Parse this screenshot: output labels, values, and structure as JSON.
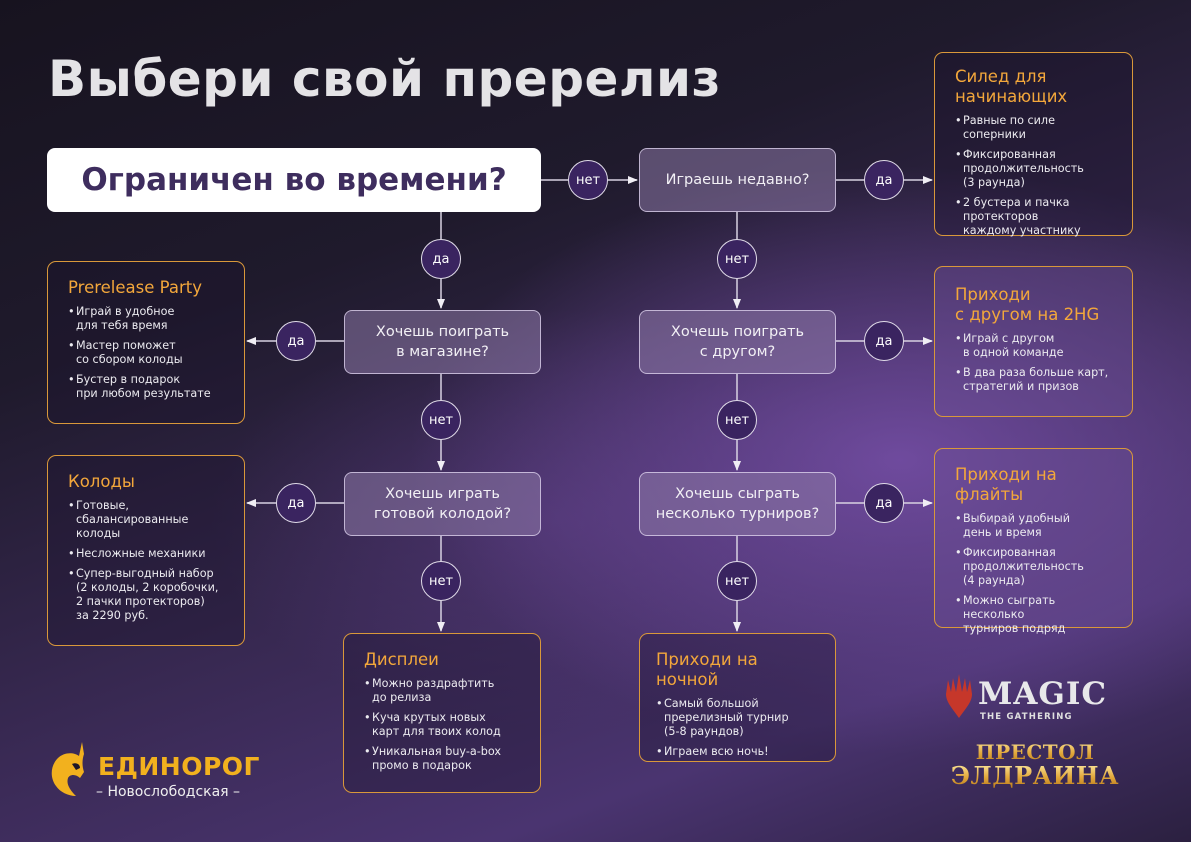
{
  "title": "Выбери свой пререлиз",
  "start_question": "Ограничен во времени?",
  "colors": {
    "accent": "#f3a73b",
    "circle": "#3a2460",
    "start_text": "#3e2d5e",
    "logo": "#f2b11e"
  },
  "questions": {
    "played_recently": "Играешь недавно?",
    "play_in_store": "Хочешь поиграть\nв магазине?",
    "ready_deck": "Хочешь играть\nготовой колодой?",
    "play_with_friend": "Хочешь поиграть\nс другом?",
    "several_tournaments": "Хочешь сыграть\nнесколько турниров?"
  },
  "answers": {
    "yes": "да",
    "no": "нет"
  },
  "results": {
    "sealed": {
      "title": "Силед для\nначинающих",
      "items": [
        "Равные по силе соперники",
        "Фиксированная\nпродолжительность\n(3 раунда)",
        "2 бустера и пачка протекторов\nкаждому участнику"
      ]
    },
    "prerelease_party": {
      "title": "Prerelease Party",
      "items": [
        "Играй в удобное\nдля тебя время",
        "Мастер поможет\nсо сбором колоды",
        "Бустер в подарок\nпри любом результате"
      ]
    },
    "decks": {
      "title": "Колоды",
      "items": [
        "Готовые,\nсбалансированные\nколоды",
        "Несложные механики",
        "Супер-выгодный набор\n(2 колоды, 2 коробочки,\n2 пачки протекторов)\nза 2290 руб."
      ]
    },
    "displays": {
      "title": "Дисплеи",
      "items": [
        "Можно раздрафтить\nдо релиза",
        "Куча крутых новых\nкарт для твоих колод",
        "Уникальная buy-a-box\nпромо в подарок"
      ]
    },
    "two_hg": {
      "title": "Приходи\nс другом на 2HG",
      "items": [
        "Играй с другом\nв одной команде",
        "В два раза больше карт,\nстратегий и призов"
      ]
    },
    "flights": {
      "title": "Приходи на флайты",
      "items": [
        "Выбирай удобный\nдень и время",
        "Фиксированная\nпродолжительность\n(4 раунда)",
        "Можно сыграть несколько\nтурниров подряд"
      ]
    },
    "night": {
      "title": "Приходи на ночной",
      "items": [
        "Самый большой\nпререлизный турнир\n(5-8 раундов)",
        "Играем всю ночь!"
      ]
    }
  },
  "store_logo": {
    "name": "ЕДИНОРОГ",
    "subtitle": "– Новослободская –",
    "icon": "unicorn-head-icon"
  },
  "brand_logo": {
    "name": "MAGIC",
    "subtitle": "THE GATHERING",
    "icon": "planeswalker-flame-icon"
  },
  "set_logo": {
    "line1": "Престол",
    "line2": "Элдраина"
  }
}
